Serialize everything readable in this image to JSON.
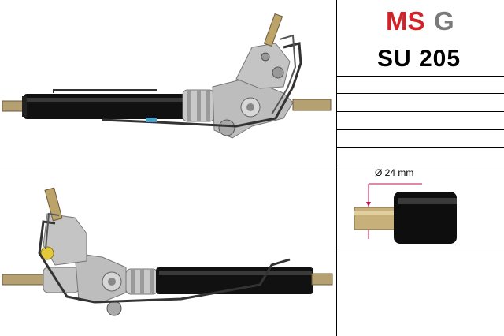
{
  "brand": {
    "name": "MSG",
    "color_red": "#d2232a",
    "color_gray": "#7a7a7a"
  },
  "product": {
    "code": "SU 205"
  },
  "dimension": {
    "label": "Ø 24 mm",
    "color": "#c0134e"
  },
  "images": {
    "top": "steering-rack-top-view",
    "bottom": "steering-rack-bottom-view",
    "detail": "shaft-end-detail"
  }
}
